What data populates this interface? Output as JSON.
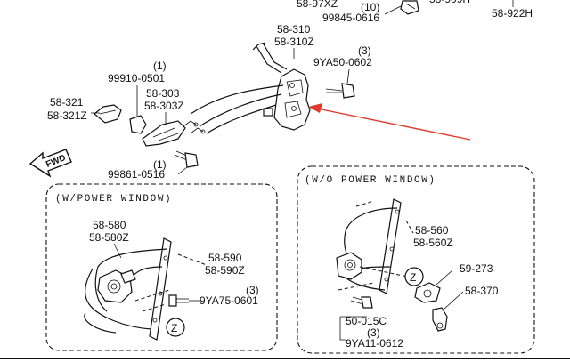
{
  "colors": {
    "ink": "#111111",
    "callout_arrow": "#e03a2a",
    "background": "#ffffff"
  },
  "top": {
    "partial_top_left": "58-97XZ",
    "qty_10": "(10)",
    "bolt_99845": "99845-0616",
    "partial_top_right": "58-922H"
  },
  "latch": {
    "part_a": "58-310",
    "part_b": "58-310Z",
    "screw_qty": "(3)",
    "screw": "9YA50-0602"
  },
  "handle": {
    "clip_qty": "(1)",
    "clip": "99910-0501",
    "handle_a": "58-303",
    "handle_b": "58-303Z",
    "lever_a": "58-321",
    "lever_b": "58-321Z",
    "bolt_qty": "(1)",
    "bolt": "99861-0516"
  },
  "fwd_label": "FWD",
  "power_window": {
    "title": "(W/POWER WINDOW)",
    "regulator_a": "58-580",
    "regulator_b": "58-580Z",
    "guide_a": "58-590",
    "guide_b": "58-590Z",
    "bolt_qty": "(3)",
    "bolt": "9YA75-0601",
    "ref": "Z"
  },
  "manual_window": {
    "title": "(W/O POWER WINDOW)",
    "regulator_a": "58-560",
    "regulator_b": "58-560Z",
    "knob_part": "59-273",
    "handle_part": "58-370",
    "clip_part": "50-015C",
    "bolt_qty": "(3)",
    "bolt": "9YA11-0612",
    "ref": "Z"
  }
}
